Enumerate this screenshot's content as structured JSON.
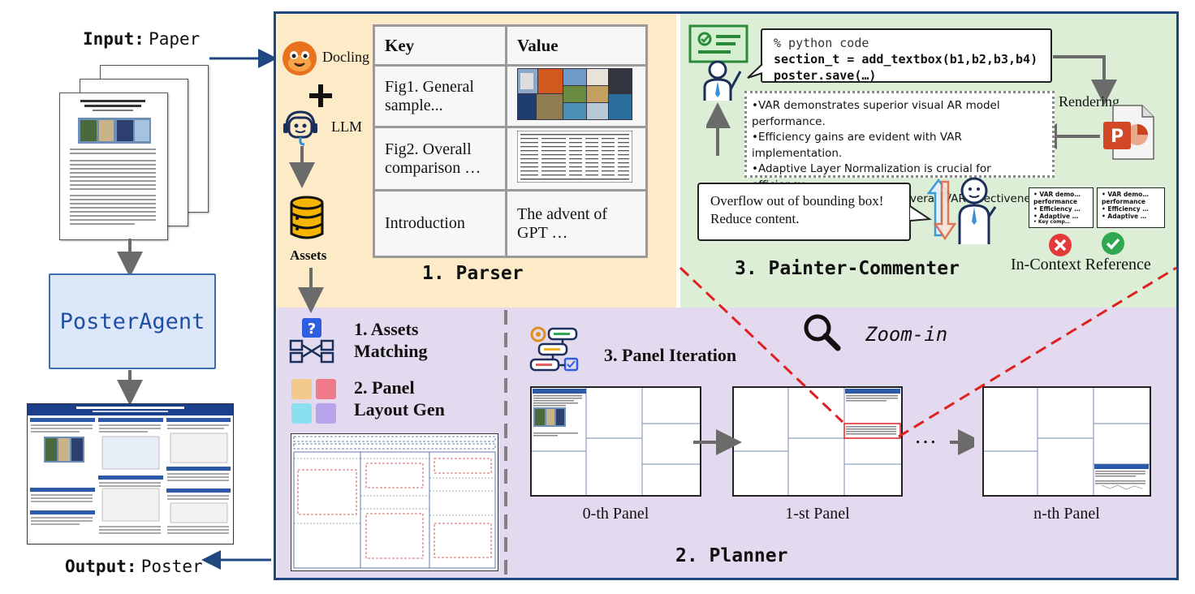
{
  "left": {
    "input_key": "Input:",
    "input_value": "Paper",
    "agent_name": "PosterAgent",
    "output_key": "Output:",
    "output_value": "Poster"
  },
  "parser": {
    "docling_label": "Docling",
    "llm_label": "LLM",
    "assets_label": "Assets",
    "title": "1.   Parser",
    "table": {
      "headers": [
        "Key",
        "Value"
      ],
      "rows": [
        {
          "key": "Fig1. General sample...",
          "value": ""
        },
        {
          "key": "Fig2. Overall comparison …",
          "value": ""
        },
        {
          "key": "Introduction",
          "value": "The advent of GPT …"
        }
      ]
    }
  },
  "painter": {
    "code_line1": "% python code",
    "code_line2": "section_t = add_textbox(b1,b2,b3,b4)",
    "code_line3": "poster.save(…)",
    "rendering_label": "Rendering",
    "bullets": [
      "•VAR demonstrates superior visual AR model performance.",
      "•Efficiency gains are evident with VAR implementation.",
      "•Adaptive Layer Normalization is crucial for efficiency.",
      "•Key components enhance overall VAR effectiveness."
    ],
    "feedback": "Overflow out of bounding box! Reduce content.",
    "ref_bad": [
      "• VAR demo…",
      "performance",
      "• Efficiency …",
      "• Adaptive …",
      "• Key comp…"
    ],
    "ref_good": [
      "• VAR demo…",
      "performance",
      "• Efficiency …",
      "• Adaptive …"
    ],
    "ref_label": "In-Context Reference",
    "title": "3. Painter-Commenter"
  },
  "planner": {
    "assets_matching": "1. Assets Matching",
    "assets_matching_l1": "1. Assets",
    "assets_matching_l2": "Matching",
    "layout_gen_l1": "2. Panel",
    "layout_gen_l2": "Layout Gen",
    "panel_iteration": "3. Panel Iteration",
    "zoom_label": "Zoom-in",
    "panels": [
      "0-th Panel",
      "1-st Panel",
      "n-th Panel"
    ],
    "ellipsis": "…",
    "title": "2. Planner"
  },
  "colors": {
    "frame": "#1f4780",
    "parser_bg": "#fcebc6",
    "painter_bg": "#dcefd6",
    "planner_bg": "#e3daef",
    "agent_text": "#1f4fa0",
    "zoom_line": "#e02020"
  },
  "icons": [
    "docling-duck-icon",
    "plus-icon",
    "llm-robot-icon",
    "database-icon",
    "presenter-icon",
    "powerpoint-icon",
    "commenter-icon",
    "magnifier-icon",
    "question-network-icon",
    "workflow-icon",
    "wrong-icon",
    "check-icon"
  ]
}
